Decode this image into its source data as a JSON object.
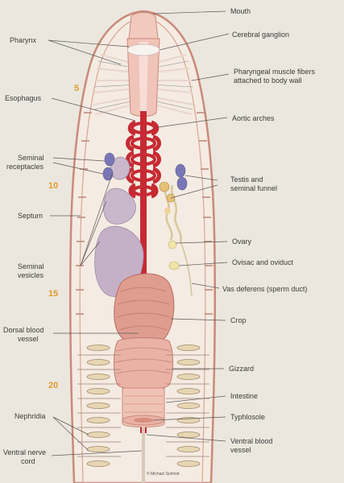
{
  "labels": {
    "mouth": "Mouth",
    "pharynx": "Pharynx",
    "cerebral_ganglion": "Cerebral ganglion",
    "pharyngeal_muscle_1": "Pharyngeal muscle fibers",
    "pharyngeal_muscle_2": "attached to body wall",
    "esophagus": "Esophagus",
    "aortic_arches": "Aortic arches",
    "seminal_receptacles_1": "Seminal",
    "seminal_receptacles_2": "receptacles",
    "testis_1": "Testis and",
    "testis_2": "seminal funnel",
    "septum": "Septum",
    "ovary": "Ovary",
    "seminal_vesicles_1": "Seminal",
    "seminal_vesicles_2": "vesicles",
    "oviduct": "Ovisac and oviduct",
    "vas_deferens": "Vas deferens (sperm duct)",
    "dorsal_vessel_1": "Dorsal blood",
    "dorsal_vessel_2": "vessel",
    "crop": "Crop",
    "gizzard": "Gizzard",
    "intestine": "Intestine",
    "nephridia": "Nephridia",
    "typhlosole": "Typhlosole",
    "ventral_nerve_1": "Ventral nerve",
    "ventral_nerve_2": "cord",
    "ventral_vessel_1": "Ventral blood",
    "ventral_vessel_2": "vessel"
  },
  "segment_numbers": {
    "s5": "5",
    "s10": "10",
    "s15": "15",
    "s20": "20"
  },
  "credit": "© Michael Schmid",
  "colors": {
    "background": "#ebe7de",
    "body_outline": "#c98a7a",
    "blood_vessel": "#c62a33",
    "gut": "#e9b3a6",
    "gut_dark": "#d78f82",
    "vesicles": "#c9b8cc",
    "receptacles": "#7a76b5",
    "segment_number": "#e29a2c"
  }
}
